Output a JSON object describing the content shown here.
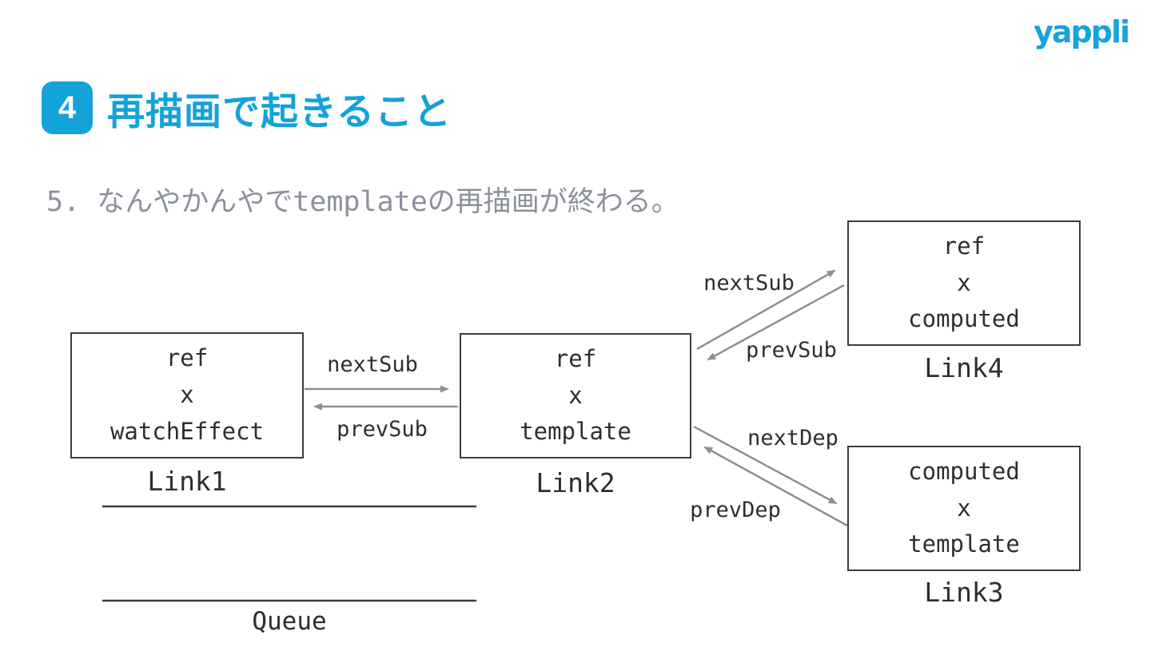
{
  "logo": {
    "text": "yappli"
  },
  "header": {
    "number": "4",
    "title": "再描画で起きること"
  },
  "subtitle": "5. なんやかんやでtemplateの再描画が終わる。",
  "colors": {
    "accent": "#14a2da",
    "subtitle_gray": "#8b919c",
    "arrow_gray": "#8a8f99",
    "node_border": "#3d3d3d",
    "node_text": "#2e2e2e"
  },
  "diagram": {
    "nodes": [
      {
        "lines": [
          "ref",
          "x",
          "watchEffect"
        ],
        "label": "Link1"
      },
      {
        "lines": [
          "ref",
          "x",
          "template"
        ],
        "label": "Link2"
      },
      {
        "lines": [
          "computed",
          "x",
          "template"
        ],
        "label": "Link3"
      },
      {
        "lines": [
          "ref",
          "x",
          "computed"
        ],
        "label": "Link4"
      }
    ],
    "edge_labels": {
      "left_next": "nextSub",
      "left_prev": "prevSub",
      "upper_next": "nextSub",
      "upper_prev": "prevSub",
      "lower_next": "nextDep",
      "lower_prev": "prevDep"
    },
    "queue_label": "Queue"
  }
}
